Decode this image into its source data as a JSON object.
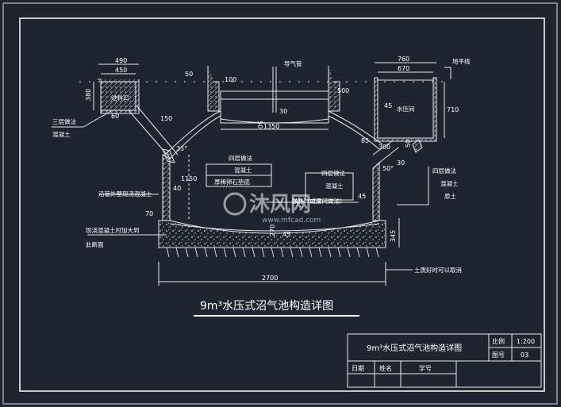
{
  "colors": {
    "background": "#1f2430",
    "line": "#e8e8e8",
    "accent": "#ffffff"
  },
  "dimensions": {
    "d490": "490",
    "d450": "450",
    "d50a": "50",
    "d100": "100",
    "d380": "380",
    "d60": "60",
    "d150": "150",
    "d35deg": "35°",
    "d1150": "1150",
    "d40": "40",
    "d70": "70",
    "d1350": "1350",
    "d50b": "50",
    "d30a": "30",
    "d500": "500",
    "d760": "760",
    "d670": "670",
    "d45a": "45",
    "d710": "710",
    "d85": "85",
    "d300": "300",
    "d50c": "50",
    "d30b": "30",
    "d50deg": "50°",
    "d45b": "45",
    "d345": "345",
    "d45c": "45",
    "d2700": "2700",
    "d270": "270"
  },
  "labels": {
    "inlet": "进料口",
    "gas_pipe": "导气管",
    "ground_line": "地平线",
    "pressure_room": "水压间",
    "three_layer": "三层做法",
    "concrete_a": "混凝土",
    "four_layer_a": "四层做法",
    "concrete_b": "混凝土",
    "gravel_base": "厚稀卵石垫底",
    "four_layer_b": "四层做法",
    "concrete_c": "混凝土",
    "pipe_outer": "沿管外壁现浇混凝土",
    "slot_note": "现浇混凝土时加大到",
    "section": "此断面",
    "four_layer_c": "四层做法",
    "concrete_d": "混凝土",
    "plain_soil": "原土",
    "soil_note": "土质好时可以取消",
    "drum_note": "鼓胀（或腰间做法）"
  },
  "title": {
    "main": "9m³水压式沼气池构造详图"
  },
  "title_block": {
    "name": "9m³水压式沼气池构造详图",
    "scale_label": "比例",
    "scale_value": "1:200",
    "sheet_label": "图号",
    "sheet_value": "03",
    "date_label": "日期",
    "name_label": "姓名",
    "id_label": "学号"
  },
  "watermark": {
    "brand": "沐风网",
    "url": "www.mfcad.com"
  }
}
